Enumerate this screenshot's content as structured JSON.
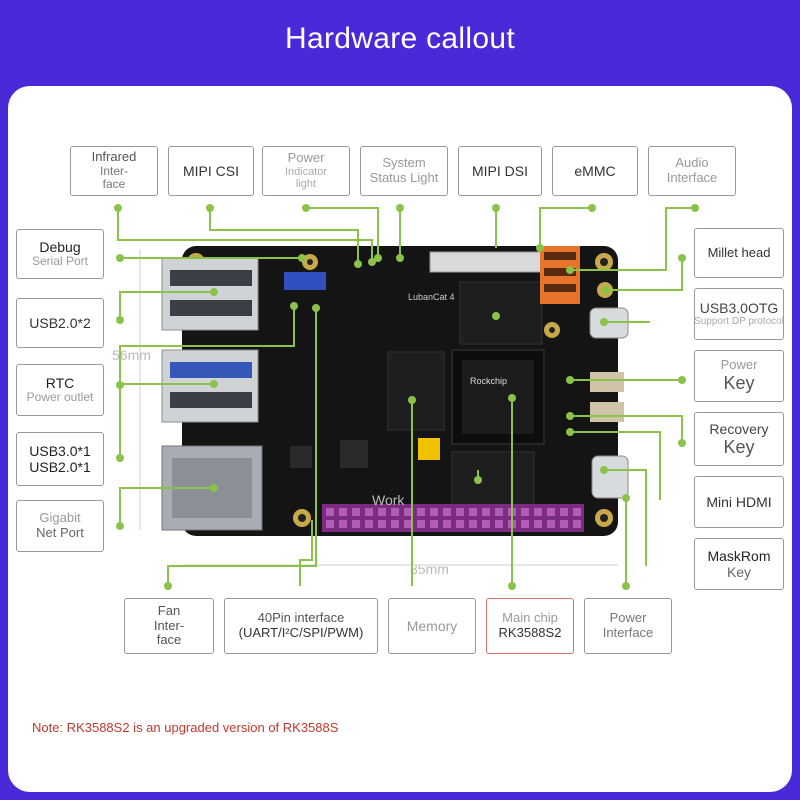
{
  "title": "Hardware callout",
  "callouts": {
    "infrared": [
      "Infrared",
      "Inter-",
      "face"
    ],
    "mipi_csi": "MIPI CSI",
    "power_indicator": [
      "Power",
      "Indicator",
      "light"
    ],
    "system_status": [
      "System",
      "Status Light"
    ],
    "mipi_dsi": "MIPI DSI",
    "emmc": "eMMC",
    "audio": [
      "Audio",
      "Interface"
    ],
    "debug": [
      "Debug",
      "Serial Port"
    ],
    "usb20x2": "USB2.0*2",
    "rtc": [
      "RTC",
      "Power outlet"
    ],
    "usb30_usb20": [
      "USB3.0*1",
      "USB2.0*1"
    ],
    "gigabit": [
      "Gigabit",
      "Net Port"
    ],
    "millet_head": "Millet head",
    "usb30_otg": [
      "USB3.0OTG",
      "Support DP protocol"
    ],
    "power_key": [
      "Power",
      "Key"
    ],
    "recovery_key": [
      "Recovery",
      "Key"
    ],
    "mini_hdmi": "Mini HDMI",
    "maskrom_key": [
      "MaskRom",
      "Key"
    ],
    "fan": [
      "Fan",
      "Inter-",
      "face"
    ],
    "pin40": [
      "40Pin interface",
      "(UART/I²C/SPI/PWM)"
    ],
    "memory": "Memory",
    "main_chip": [
      "Main chip",
      "RK3588S2"
    ],
    "power_interface": [
      "Power",
      "Interface"
    ]
  },
  "board": {
    "brand": "LubanCat 4",
    "chip_brand": "Rockchip",
    "width_label": "85mm",
    "height_label": "56mm",
    "watermark": "Work"
  },
  "note": "Note: RK3588S2 is an upgraded version of RK3588S",
  "colors": {
    "background": "#4a2ad8",
    "callout_line": "#8bc34a",
    "highlight_border": "#e07070",
    "note": "#c0392b"
  }
}
